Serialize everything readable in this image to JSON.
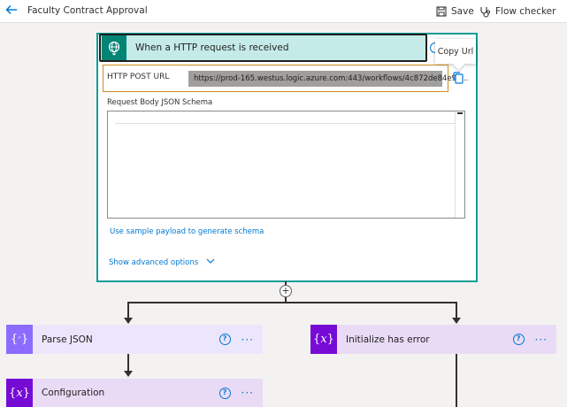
{
  "header": {
    "title": "Faculty Contract Approval",
    "save_label": "Save",
    "flow_checker_label": "Flow checker"
  },
  "trigger": {
    "title": "When a HTTP request is received",
    "tooltip": "Copy Url",
    "url_label": "HTTP POST URL",
    "url_value": "https://prod-165.westus.logic.azure.com:443/workflows/4c872de84e9a...",
    "schema_label": "Request Body JSON Schema",
    "sample_link": "Use sample payload to generate schema",
    "advanced_link": "Show advanced options"
  },
  "actions": [
    {
      "name": "Parse JSON",
      "icon": "{⁄}",
      "icon_color": "#8c6cff",
      "bg": "#ebe6fc"
    },
    {
      "name": "Initialize has error",
      "icon": "{x}",
      "icon_color": "#770bd6",
      "bg": "#e9dbf5"
    },
    {
      "name": "Configuration",
      "icon": "{x}",
      "icon_color": "#770bd6",
      "bg": "#e9dbf5"
    }
  ],
  "colors": {
    "accent": "#0078d4",
    "trigger_teal": "#008575",
    "url_highlight": "#d08b1d"
  }
}
